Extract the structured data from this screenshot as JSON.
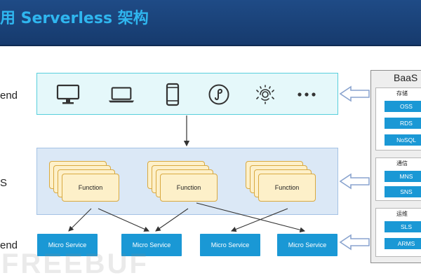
{
  "header": {
    "title": "用 Serverless 架构"
  },
  "rows": {
    "frontend_label": "end",
    "faas_label": "S",
    "backend_label": "end"
  },
  "frontend": {
    "devices": [
      "desktop-monitor-icon",
      "laptop-icon",
      "smartphone-icon",
      "mini-program-icon",
      "fingerprint-chip-icon",
      "more-dots-icon"
    ],
    "more_label": "···"
  },
  "faas": {
    "function_label": "Function"
  },
  "micro_services": [
    "Micro Service",
    "Micro Service",
    "Micro Service",
    "Micro Service"
  ],
  "baas": {
    "title": "BaaS",
    "groups": [
      {
        "title": "存储",
        "items": [
          "OSS",
          "RDS",
          "NoSQL"
        ]
      },
      {
        "title": "通信",
        "items": [
          "MNS",
          "SNS"
        ]
      },
      {
        "title": "运维",
        "items": [
          "SLS",
          "ARMS"
        ]
      }
    ]
  },
  "watermark": "FREEBUF",
  "colors": {
    "header_bg": "#1f4b86",
    "header_text": "#2fb6ef",
    "frontend_bg": "#e5f8fa",
    "frontend_border": "#58cfdc",
    "faas_bg": "#dbe8f6",
    "function_fill": "#fdf0c9",
    "function_border": "#d9a940",
    "service_blue": "#1a98d5",
    "arrow_blue": "#8aa4cf"
  }
}
